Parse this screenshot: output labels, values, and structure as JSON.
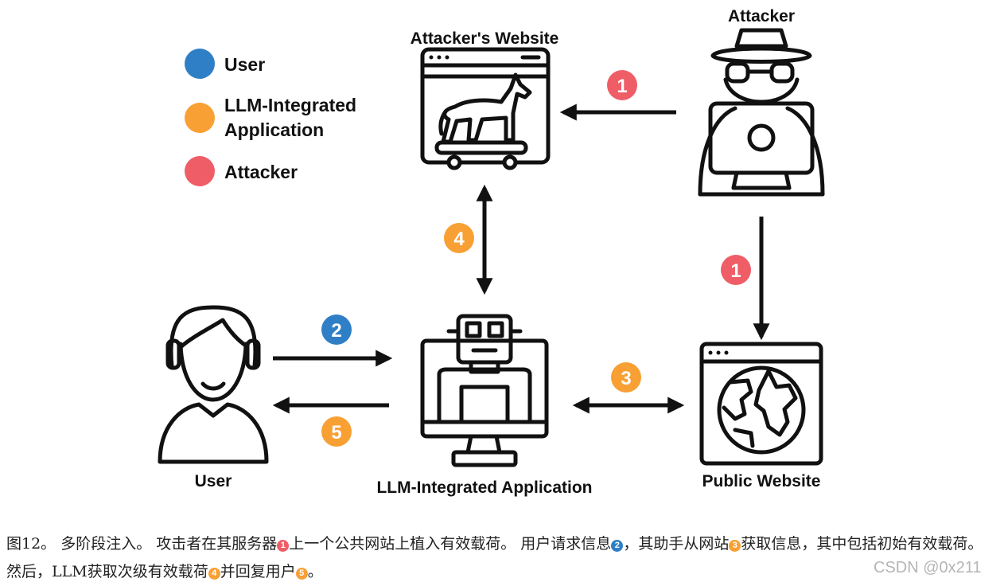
{
  "colors": {
    "user": "#2e7fc6",
    "llm_app": "#f8a034",
    "attacker": "#ef5d67",
    "ink": "#111111"
  },
  "legend": [
    {
      "label": "User",
      "color": "#2e7fc6"
    },
    {
      "label_line1": "LLM-Integrated",
      "label_line2": "Application",
      "color": "#f8a034"
    },
    {
      "label": "Attacker",
      "color": "#ef5d67"
    }
  ],
  "nodes": {
    "attackers_website": "Attacker's Website",
    "attacker": "Attacker",
    "user": "User",
    "llm_app": "LLM-Integrated Application",
    "public_website": "Public Website"
  },
  "steps": {
    "attacker_to_site": "1",
    "attacker_to_public": "1",
    "user_to_app": "2",
    "app_public": "3",
    "app_attacker_site": "4",
    "app_to_user": "5"
  },
  "icons": {
    "attackers_website": "browser-window-trojan-horse-icon",
    "attacker": "hacker-with-laptop-icon",
    "user": "user-person-icon",
    "llm_app": "robot-monitor-icon",
    "public_website": "browser-window-globe-icon"
  },
  "caption": {
    "part1": "图12。 多阶段注入。 攻击者在其服务器",
    "b1": "1",
    "part2": "上一个公共网站上植入有效载荷。 用户请求信息",
    "b2": "2",
    "part3": "，其助手从网站",
    "b3": "3",
    "part4": "获取信息，其中包括初始有效载荷。 然后，LLM获取次级有效载荷",
    "b4": "4",
    "part5": "并回复用户",
    "b5": "5",
    "part6": "。"
  },
  "watermark": "CSDN @0x211"
}
